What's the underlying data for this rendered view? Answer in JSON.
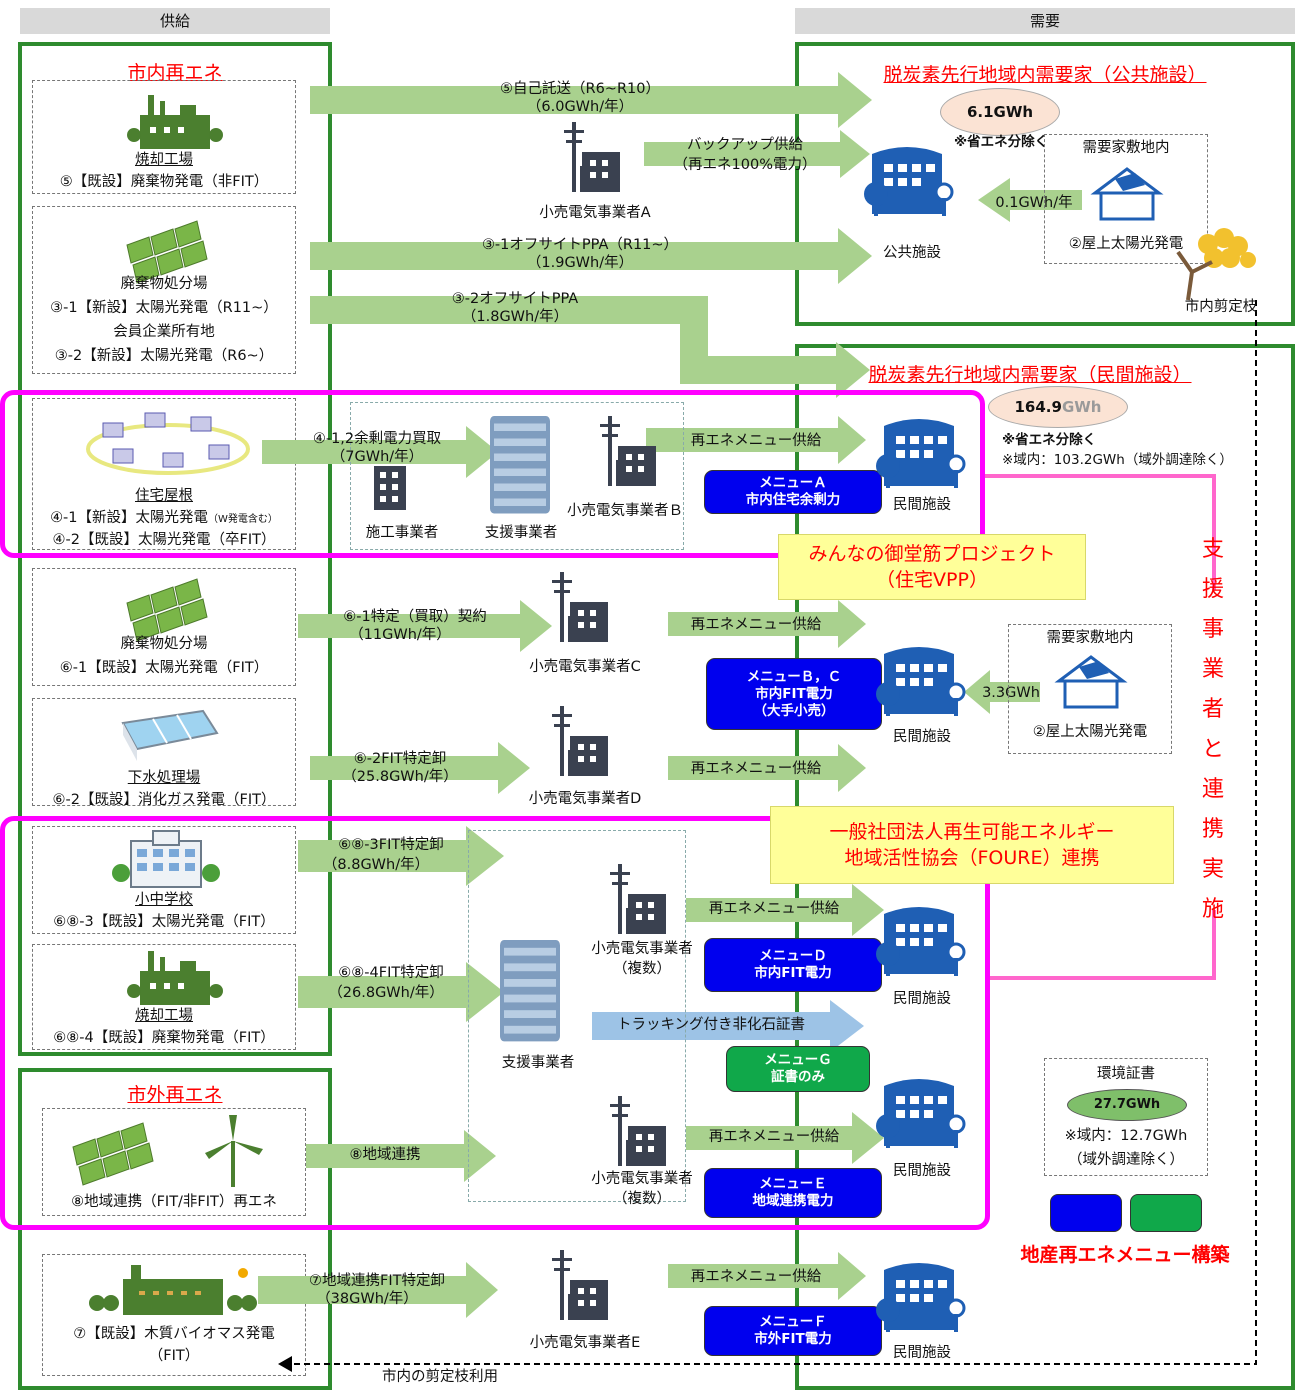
{
  "headers": {
    "supply": "供給",
    "demand": "需要"
  },
  "supply": {
    "city_re_title": "市内再エネ",
    "outside_re_title": "市外再エネ",
    "incinerator1": {
      "name": "焼却工場",
      "desc": "⑤【既設】廃棄物発電（非FIT）"
    },
    "landfill1": {
      "name": "廃棄物処分場",
      "desc1": "③-1【新設】太陽光発電（R11~）",
      "name2": "会員企業所有地",
      "desc2": "③-2【新設】太陽光発電（R6~）"
    },
    "housing": {
      "name": "住宅屋根",
      "desc1": "④-1【新設】太陽光発電",
      "desc1_small": "（W発電含む）",
      "desc2": "④-2【既設】太陽光発電（卒FIT）"
    },
    "landfill2": {
      "name": "廃棄物処分場",
      "desc": "⑥-1【既設】太陽光発電（FIT）"
    },
    "sewage": {
      "name": "下水処理場",
      "desc": "⑥-2【既設】消化ガス発電（FIT）"
    },
    "school": {
      "name": "小中学校",
      "desc": "⑥⑧-3【既設】太陽光発電（FIT）"
    },
    "incinerator2": {
      "name": "焼却工場",
      "desc": "⑥⑧-4【既設】廃棄物発電（FIT）"
    },
    "regional": {
      "desc": "⑧地域連携（FIT/非FIT）再エネ"
    },
    "biomass": {
      "desc1": "⑦【既設】木質バイオマス発電",
      "desc2": "（FIT）"
    }
  },
  "flows": {
    "f5": {
      "l1": "⑤自己託送（R6~R10）",
      "l2": "（6.0GWh/年）"
    },
    "backup": {
      "l1": "バックアップ供給",
      "l2": "（再エネ100%電力）"
    },
    "f31": {
      "l1": "③-1オフサイトPPA（R11~）",
      "l2": "（1.9GWh/年）"
    },
    "f32": {
      "l1": "③-2オフサイトPPA",
      "l2": "（1.8GWh/年）"
    },
    "f4": {
      "l1": "④-1,2余剰電力買取",
      "l2": "（7GWh/年）"
    },
    "f61": {
      "l1": "⑥-1特定（買取）契約",
      "l2": "（11GWh/年）"
    },
    "f62": {
      "l1": "⑥-2FIT特定卸",
      "l2": "（25.8GWh/年）"
    },
    "f683": {
      "l1": "⑥⑧-3FIT特定卸",
      "l2": "（8.8GWh/年）"
    },
    "f684": {
      "l1": "⑥⑧-4FIT特定卸",
      "l2": "（26.8GWh/年）"
    },
    "f8": {
      "l1": "⑧地域連携"
    },
    "f7": {
      "l1": "⑦地域連携FIT特定卸",
      "l2": "（38GWh/年）"
    },
    "tracking": "トラッキング付き非化石証書",
    "re_supply": "再エネメニュー供給",
    "onsite1": "0.1GWh/年",
    "onsite2": "3.3GWh",
    "pruning": "市内の剪定枝利用"
  },
  "entities": {
    "retailA": "小売電気事業者A",
    "retailB": "小売電気事業者Ｂ",
    "retailC": "小売電気事業者C",
    "retailD": "小売電気事業者D",
    "retailE": "小売電気事業者E",
    "retailMulti1": "小売電気事業者",
    "retailMulti1b": "（複数）",
    "retailMulti2": "小売電気事業者",
    "retailMulti2b": "（複数）",
    "contractor": "施工事業者",
    "support1": "支援事業者",
    "support2": "支援事業者"
  },
  "demand": {
    "public_title": "脱炭素先行地域内需要家（公共施設）",
    "public_total": "6.1GWh",
    "public_note": "※省エネ分除く",
    "onsite_label": "需要家敷地内",
    "rooftop": "②屋上太陽光発電",
    "public_facility": "公共施設",
    "pruned_branches": "市内剪定枝",
    "private_title": "脱炭素先行地域内需要家（民間施設）",
    "private_total_num": "164.9",
    "private_total_unit": "GWh",
    "private_note1": "※省エネ分除く",
    "private_note2": "※域内：103.2GWh（域外調達除く）",
    "private_facility": "民間施設",
    "onsite_label2": "需要家敷地内",
    "rooftop2": "②屋上太陽光発電"
  },
  "menus": {
    "a": {
      "l1": "メニューＡ",
      "l2": "市内住宅余剰力"
    },
    "bc": {
      "l1": "メニューＢ，Ｃ",
      "l2": "市内FIT電力",
      "l3": "（大手小売）"
    },
    "d": {
      "l1": "メニューＤ",
      "l2": "市内FIT電力"
    },
    "g": {
      "l1": "メニューＧ",
      "l2": "証書のみ"
    },
    "e": {
      "l1": "メニューＥ",
      "l2": "地域連携電力"
    },
    "f": {
      "l1": "メニューＦ",
      "l2": "市外FIT電力"
    }
  },
  "callouts": {
    "vpp_l1": "みんなの御堂筋プロジェクト",
    "vpp_l2": "（住宅VPP）",
    "foure_l1": "一般社団法人再生可能エネルギー",
    "foure_l2": "地域活性協会（FOURE）連携",
    "support_vertical": [
      "支",
      "援",
      "事",
      "業",
      "者",
      "と",
      "連",
      "携",
      "実",
      "施"
    ]
  },
  "certificate": {
    "title": "環境証書",
    "value": "27.7GWh",
    "note1": "※域内：12.7GWh",
    "note2": "（域外調達除く）"
  },
  "legend": {
    "title": "地産再エネメニュー構築"
  },
  "colors": {
    "green_border": "#2e8b2e",
    "arrow_green": "#a9d18e",
    "menu_blue": "#0000ee",
    "menu_green": "#10a84a",
    "pink": "#ff00ff",
    "facility_blue": "#1f5fb4"
  }
}
